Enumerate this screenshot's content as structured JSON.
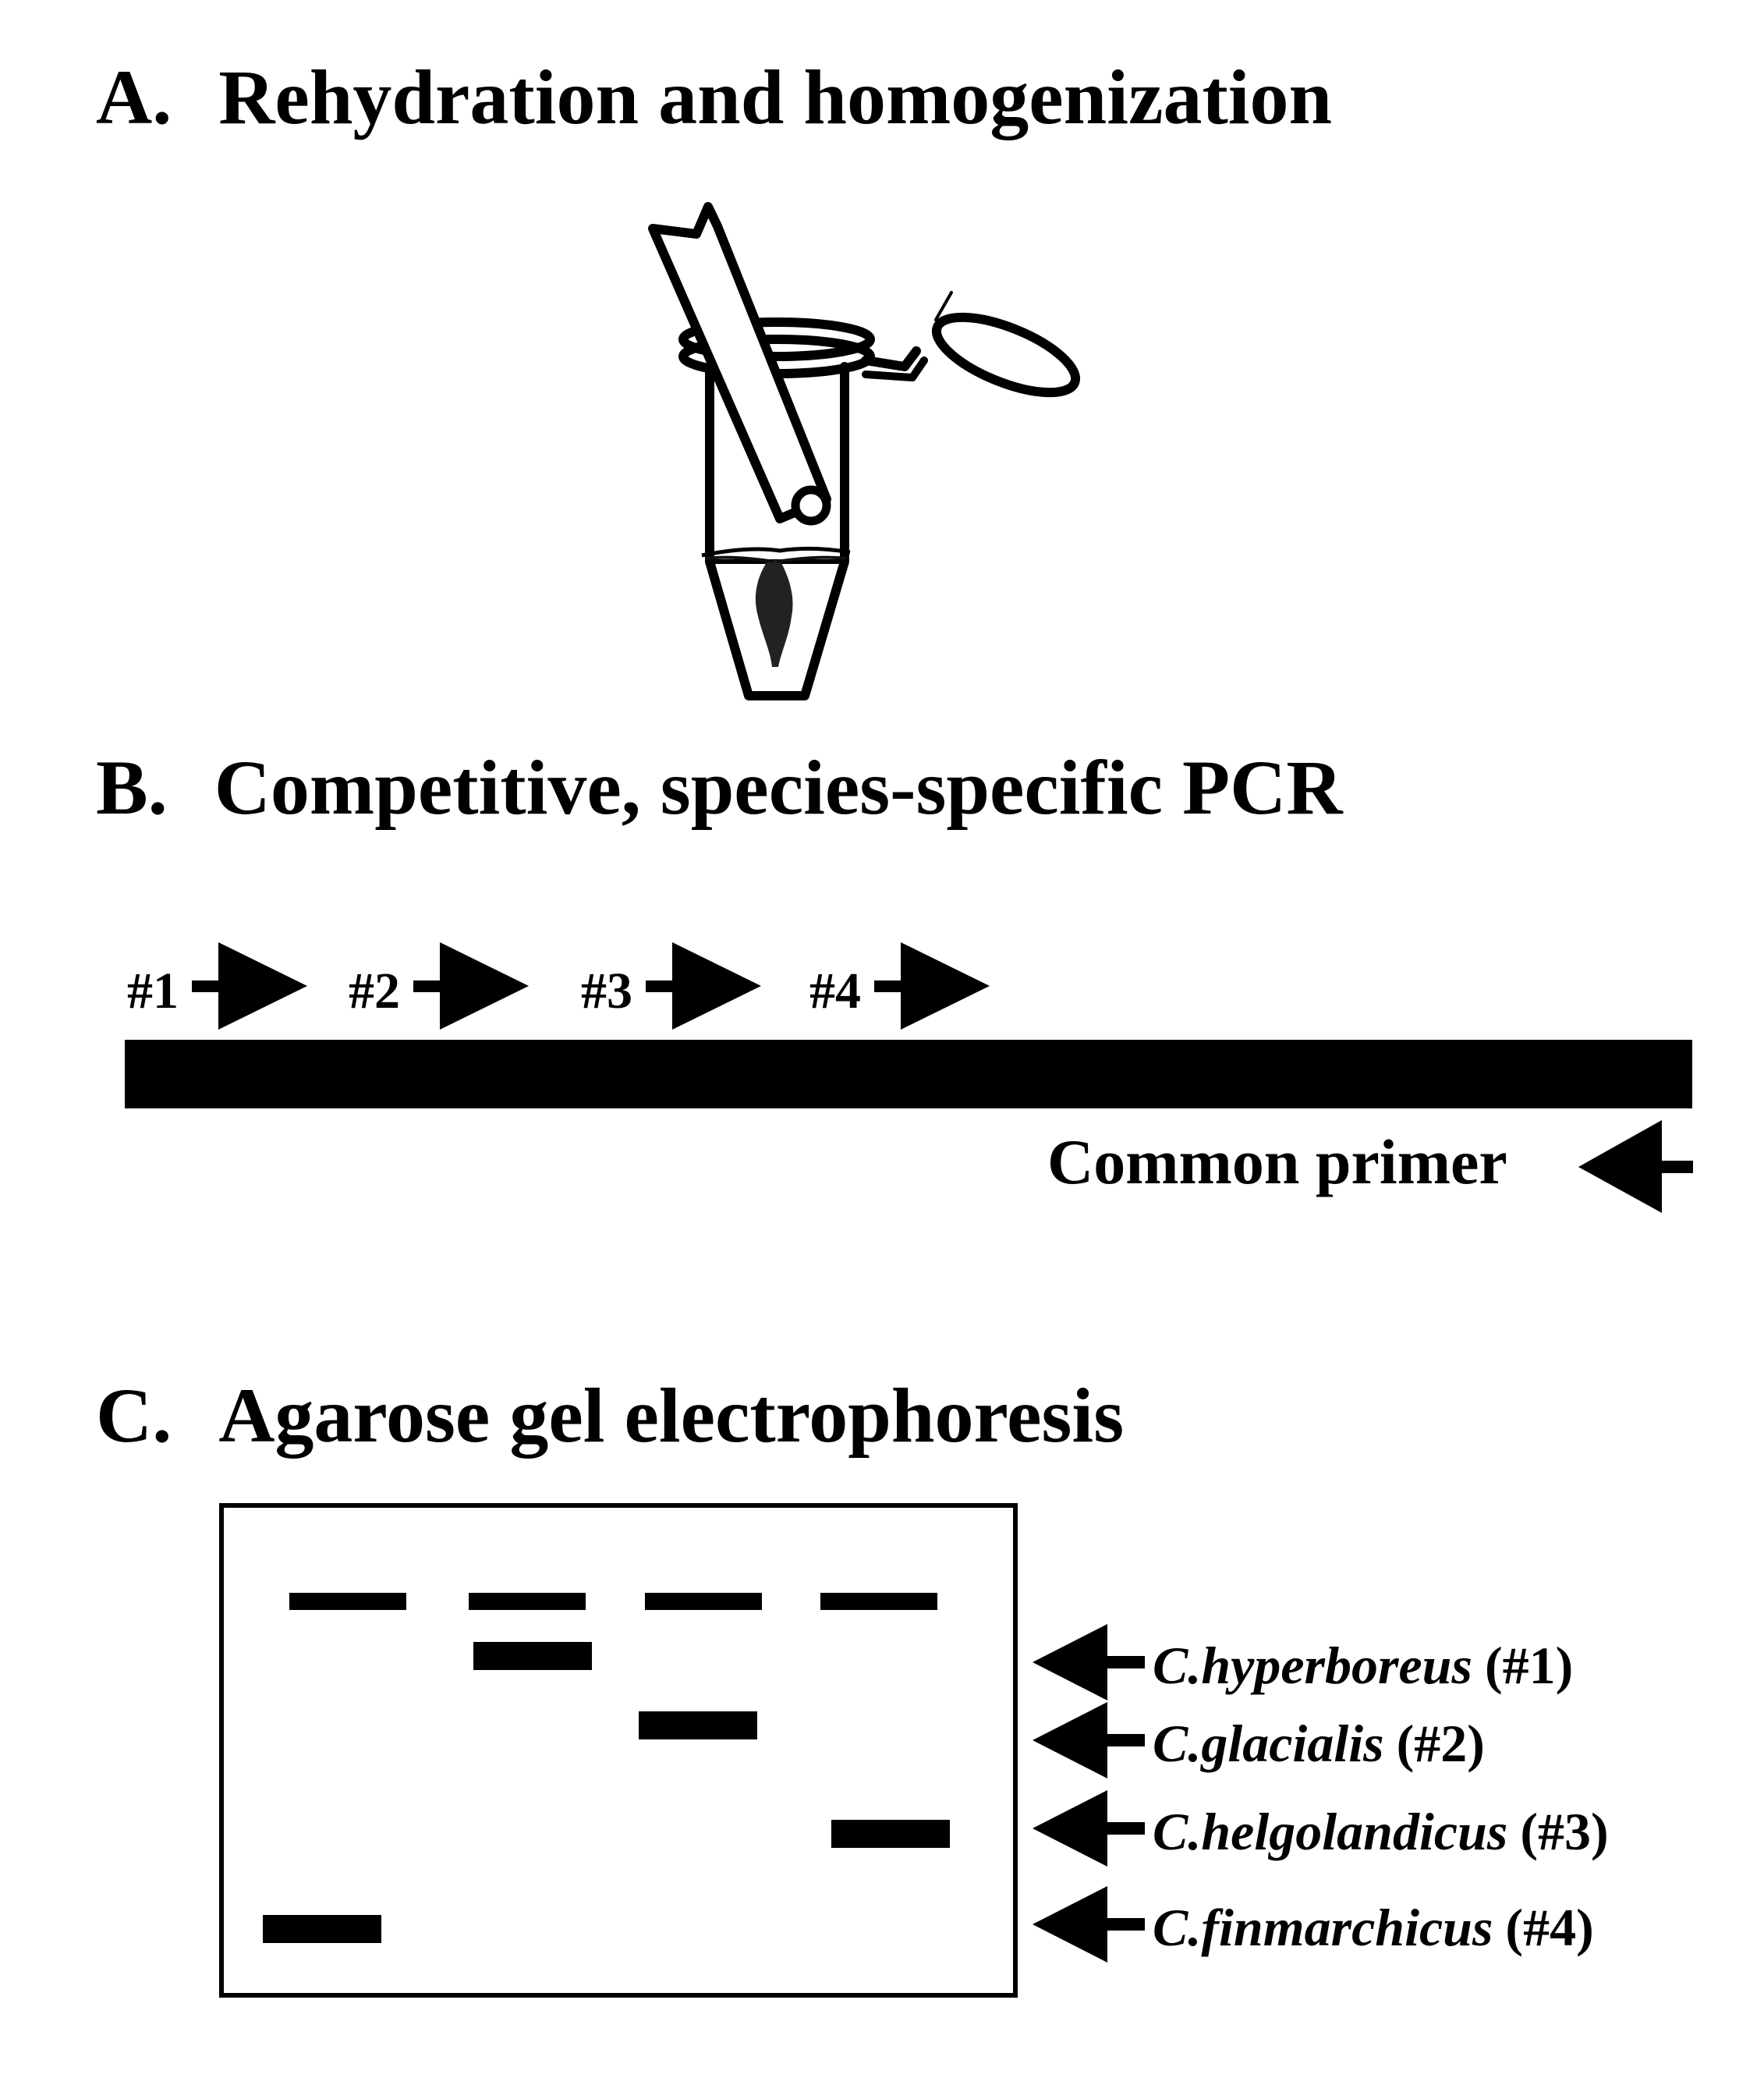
{
  "sections": {
    "a": {
      "letter": "A.",
      "title": "Rehydration and homogenization"
    },
    "b": {
      "letter": "B.",
      "title": "Competitive, species-specific PCR"
    },
    "c": {
      "letter": "C.",
      "title": "Agarose gel electrophoresis"
    }
  },
  "pcr": {
    "primers": [
      "#1",
      "#2",
      "#3",
      "#4"
    ],
    "common_primer_label": "Common primer"
  },
  "gel": {
    "lanes": 4,
    "legend": [
      {
        "species": "C.hyperboreus",
        "code": "(#1)"
      },
      {
        "species": "C.glacialis",
        "code": "(#2)"
      },
      {
        "species": "C.helgolandicus",
        "code": "(#3)"
      },
      {
        "species": "C.finmarchicus",
        "code": "(#4)"
      }
    ]
  }
}
